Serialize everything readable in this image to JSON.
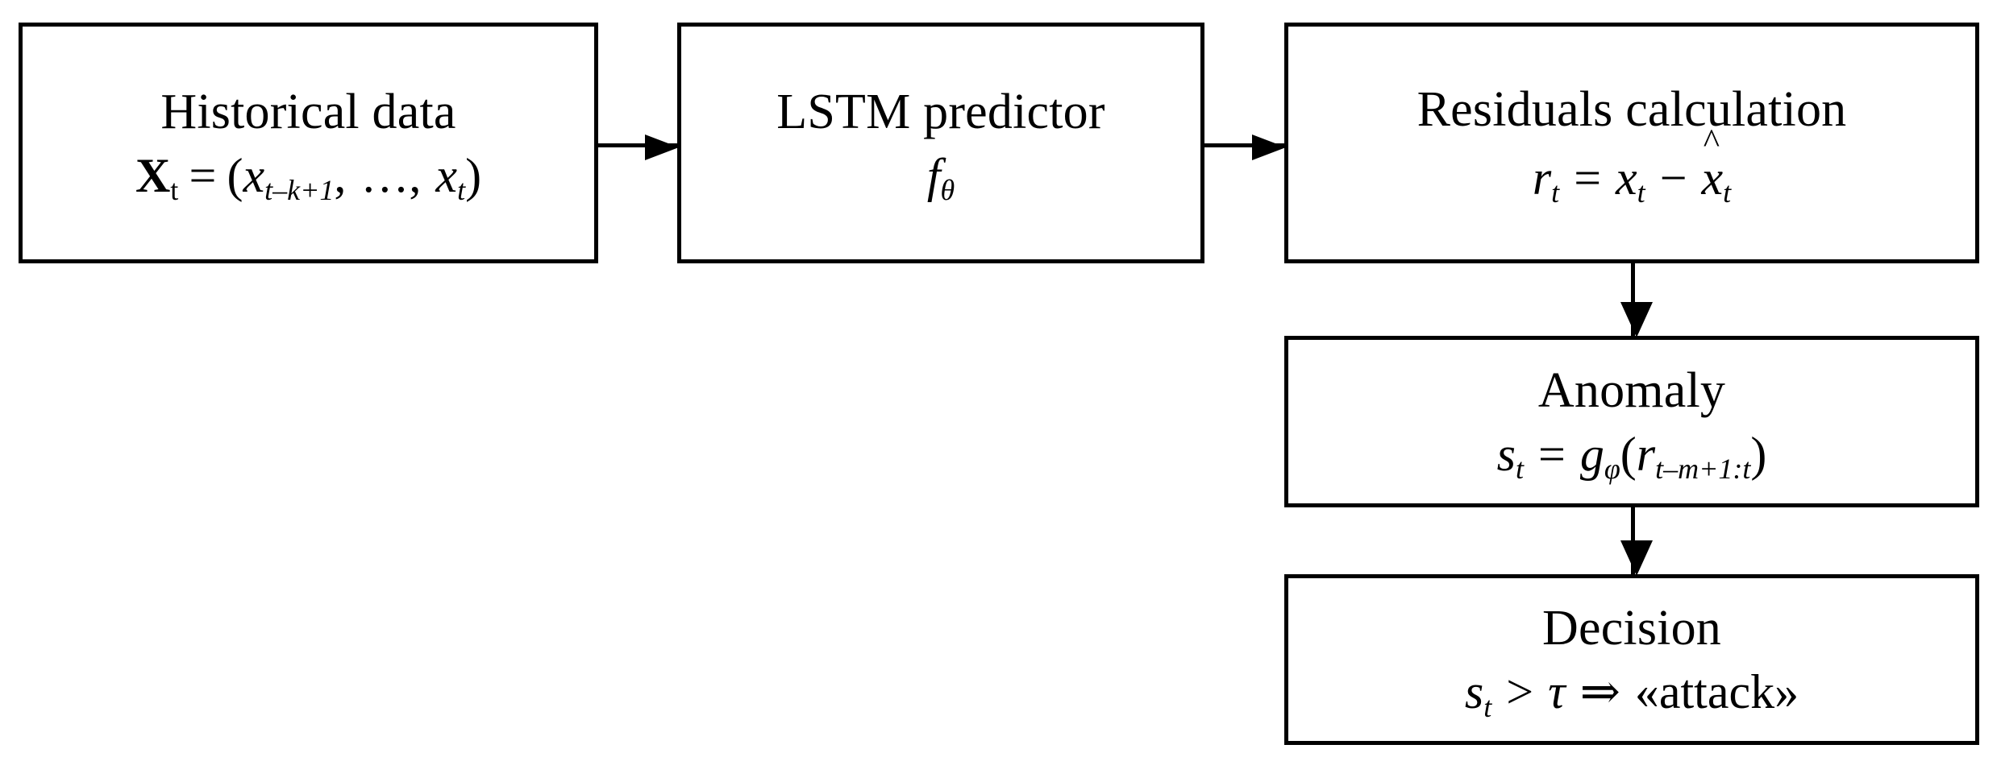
{
  "diagram": {
    "type": "flowchart",
    "orientation": "left-to-right then top-to-bottom",
    "background_color": "#ffffff",
    "line_color": "#000000",
    "nodes": [
      {
        "id": "historical-data",
        "title": "Historical data",
        "formula_plain": "X_t = (x_{t-k+1}, ..., x_t)",
        "parts": {
          "vector": "X",
          "vector_sub": "t",
          "equals": "=",
          "open_paren": "(",
          "x1": "x",
          "x1_sub": "t–k+1",
          "comma": ",",
          "ellipsis": "…",
          "comma2": ",",
          "x2": "x",
          "x2_sub": "t",
          "close_paren": ")"
        }
      },
      {
        "id": "lstm-predictor",
        "title": "LSTM predictor",
        "formula_plain": "f_theta",
        "parts": {
          "fn": "f",
          "fn_sub": "θ"
        }
      },
      {
        "id": "residuals-calculation",
        "title": "Residuals calculation",
        "formula_plain": "r_t = x_t - x̂_t",
        "parts": {
          "r": "r",
          "r_sub": "t",
          "equals": "=",
          "x": "x",
          "x_sub": "t",
          "minus": "−",
          "xhat": "x",
          "hat": "^",
          "xhat_sub": "t"
        }
      },
      {
        "id": "anomaly",
        "title": "Anomaly",
        "formula_plain": "s_t = g_phi(r_{t-m+1:t})",
        "parts": {
          "s": "s",
          "s_sub": "t",
          "equals": "=",
          "g": "g",
          "g_sub": "φ",
          "open_paren": "(",
          "r": "r",
          "r_sub": "t–m+1:t",
          "close_paren": ")"
        }
      },
      {
        "id": "decision",
        "title": "Decision",
        "formula_plain": "s_t > tau => «attack»",
        "parts": {
          "s": "s",
          "s_sub": "t",
          "greater": ">",
          "tau": "τ",
          "implies": "⇒",
          "label": "«attack»"
        }
      }
    ],
    "edges": [
      {
        "id": "edge-1",
        "from": "historical-data",
        "to": "lstm-predictor",
        "direction": "right"
      },
      {
        "id": "edge-2",
        "from": "lstm-predictor",
        "to": "residuals-calculation",
        "direction": "right"
      },
      {
        "id": "edge-3",
        "from": "residuals-calculation",
        "to": "anomaly",
        "direction": "down"
      },
      {
        "id": "edge-4",
        "from": "anomaly",
        "to": "decision",
        "direction": "down"
      }
    ]
  }
}
